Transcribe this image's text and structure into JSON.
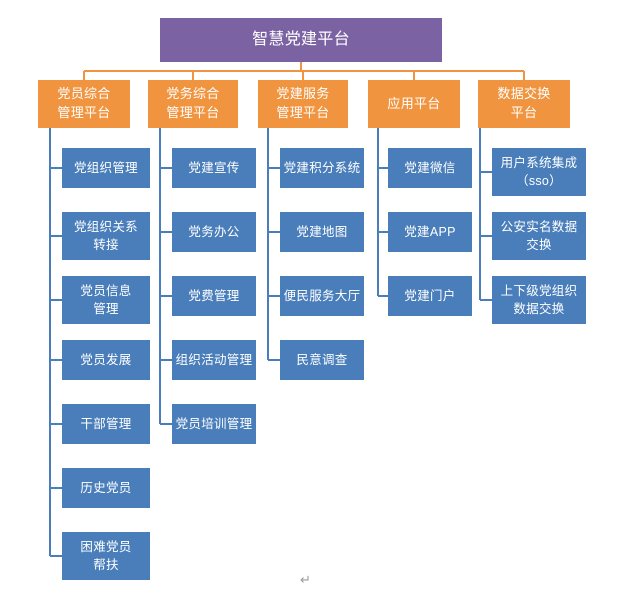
{
  "diagram": {
    "title": "智慧党建平台",
    "root": {
      "label": "智慧党建平台"
    },
    "columns": [
      {
        "platform": {
          "line1": "党员综合",
          "line2": "管理平台"
        },
        "items": [
          {
            "line1": "党组织管理",
            "line2": ""
          },
          {
            "line1": "党组织关系",
            "line2": "转接"
          },
          {
            "line1": "党员信息",
            "line2": "管理"
          },
          {
            "line1": "党员发展",
            "line2": ""
          },
          {
            "line1": "干部管理",
            "line2": ""
          },
          {
            "line1": "历史党员",
            "line2": ""
          },
          {
            "line1": "困难党员",
            "line2": "帮扶"
          }
        ]
      },
      {
        "platform": {
          "line1": "党务综合",
          "line2": "管理平台"
        },
        "items": [
          {
            "line1": "党建宣传",
            "line2": ""
          },
          {
            "line1": "党务办公",
            "line2": ""
          },
          {
            "line1": "党费管理",
            "line2": ""
          },
          {
            "line1": "组织活动管理",
            "line2": ""
          },
          {
            "line1": "党员培训管理",
            "line2": ""
          }
        ]
      },
      {
        "platform": {
          "line1": "党建服务",
          "line2": "管理平台"
        },
        "items": [
          {
            "line1": "党建积分系统",
            "line2": ""
          },
          {
            "line1": "党建地图",
            "line2": ""
          },
          {
            "line1": "便民服务大厅",
            "line2": ""
          },
          {
            "line1": "民意调查",
            "line2": ""
          }
        ]
      },
      {
        "platform": {
          "line1": "应用平台",
          "line2": ""
        },
        "items": [
          {
            "line1": "党建微信",
            "line2": ""
          },
          {
            "line1": "党建APP",
            "line2": ""
          },
          {
            "line1": "党建门户",
            "line2": ""
          }
        ]
      },
      {
        "platform": {
          "line1": "数据交换",
          "line2": "平台"
        },
        "items": [
          {
            "line1": "用户系统集成",
            "line2": "（sso）"
          },
          {
            "line1": "公安实名数据",
            "line2": "交换"
          },
          {
            "line1": "上下级党组织",
            "line2": "数据交换"
          }
        ]
      }
    ],
    "footer_mark": "↵",
    "colors": {
      "root_fill": "#7b62a3",
      "platform_fill": "#f0943f",
      "leaf_fill": "#4a7ebb",
      "connector_orange": "#f0943f",
      "connector_blue": "#4a7ebb",
      "text": "#ffffff",
      "background": "#ffffff"
    }
  }
}
